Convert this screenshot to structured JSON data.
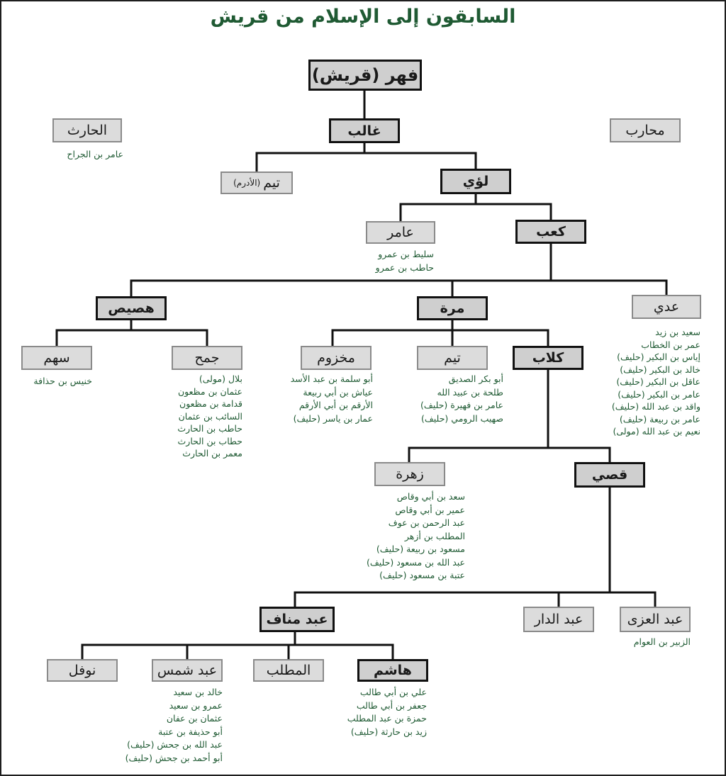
{
  "title": "السابقون إلى الإسلام من قريش",
  "colors": {
    "names_green": "#1f5a33",
    "box_fill": "#dcdcdc",
    "line": "#111111"
  },
  "nodes": {
    "fihr": {
      "label": "فهر (قريش)"
    },
    "harith": {
      "label": "الحارث"
    },
    "ghalib": {
      "label": "غالب"
    },
    "muharib": {
      "label": "محارب"
    },
    "taym_adram": {
      "label": "تيم",
      "sub": "(الأدرم)"
    },
    "luayy": {
      "label": "لؤي"
    },
    "amir": {
      "label": "عامر"
    },
    "kaab": {
      "label": "كعب"
    },
    "husays": {
      "label": "هصيص"
    },
    "murra": {
      "label": "مرة"
    },
    "adi": {
      "label": "عدي"
    },
    "sahm": {
      "label": "سهم"
    },
    "jumah": {
      "label": "جمح"
    },
    "makhzum": {
      "label": "مخزوم"
    },
    "taym": {
      "label": "تيم"
    },
    "kilab": {
      "label": "كلاب"
    },
    "zuhra": {
      "label": "زهرة"
    },
    "qusayy": {
      "label": "قصي"
    },
    "abd_manaf": {
      "label": "عبد مناف"
    },
    "abd_aldar": {
      "label": "عبد الدار"
    },
    "abd_aluzza": {
      "label": "عبد العزى"
    },
    "nawfal": {
      "label": "نوفل"
    },
    "abd_shams": {
      "label": "عبد شمس"
    },
    "muttalib": {
      "label": "المطلب"
    },
    "hashim": {
      "label": "هاشم"
    }
  },
  "names": {
    "harith": [
      "عامر بن الجراح"
    ],
    "amir": [
      "سليط بن عمرو",
      "حاطب بن عمرو"
    ],
    "adi": [
      "سعيد بن زيد",
      "عمر بن الخطاب",
      "إياس بن البكير (حليف)",
      "خالد بن البكير (حليف)",
      "عاقل بن البكير (حليف)",
      "عامر بن البكير (حليف)",
      "واقد بن عبد الله (حليف)",
      "عامر بن ربيعة (حليف)",
      "نعيم بن عبد الله (مولى)"
    ],
    "sahm": [
      "خنيس بن حذافة"
    ],
    "jumah": [
      "بلال (مولى)",
      "عثمان بن مظعون",
      "قدامة بن مظعون",
      "السائب بن عثمان",
      "حاطب بن الحارث",
      "حطاب بن الحارث",
      "معمر بن الحارث"
    ],
    "makhzum": [
      "أبو سلمة بن عبد الأسد",
      "عياش بن أبي ربيعة",
      "الأرقم بن أبي الأرقم",
      "عمار بن ياسر (حليف)"
    ],
    "taym": [
      "أبو بكر الصديق",
      "طلحة بن عبيد الله",
      "عامر بن فهيرة (حليف)",
      "صهيب الرومي (حليف)"
    ],
    "zuhra": [
      "سعد بن أبي وقاص",
      "عمير بن أبي وقاص",
      "عبد الرحمن بن عوف",
      "المطلب بن أزهر",
      "مسعود بن ربيعة (حليف)",
      "عبد الله بن مسعود (حليف)",
      "عتبة بن مسعود (حليف)"
    ],
    "abd_aluzza": [
      "الزبير بن العوام"
    ],
    "abd_shams": [
      "خالد بن سعيد",
      "عمرو بن سعيد",
      "عثمان بن عفان",
      "أبو حذيفة بن عتبة",
      "عبد الله بن جحش (حليف)",
      "أبو أحمد بن جحش (حليف)"
    ],
    "hashim": [
      "علي بن أبي طالب",
      "جعفر بن أبي طالب",
      "حمزة بن عبد المطلب",
      "زيد بن حارثة (حليف)"
    ]
  }
}
